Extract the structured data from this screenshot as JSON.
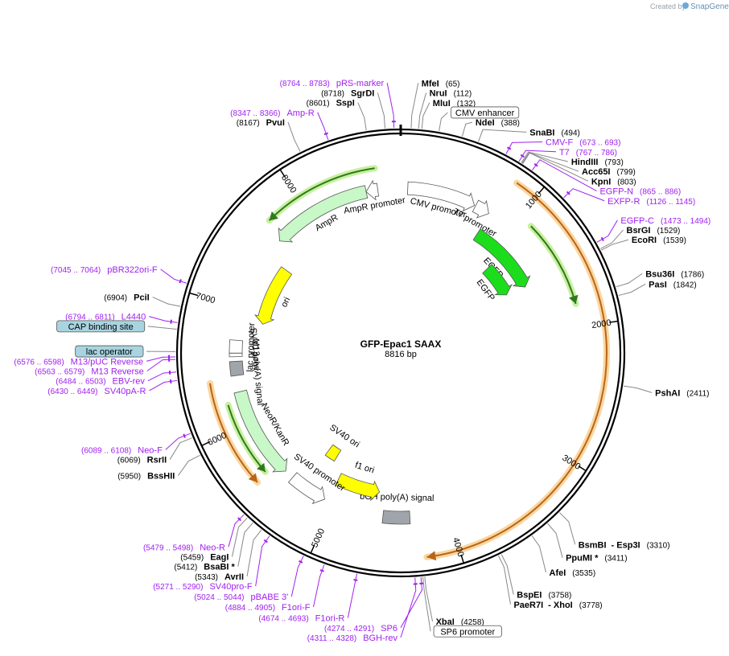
{
  "credit": {
    "created_by": "Created by",
    "brand": "SnapGene"
  },
  "plasmid": {
    "name": "GFP-Epac1 SAAX",
    "length_label": "8816 bp",
    "length": 8816
  },
  "ticks": [
    {
      "value": 1000,
      "label": "1000"
    },
    {
      "value": 2000,
      "label": "2000"
    },
    {
      "value": 3000,
      "label": "3000"
    },
    {
      "value": 4000,
      "label": "4000"
    },
    {
      "value": 5000,
      "label": "5000"
    },
    {
      "value": 6000,
      "label": "6000"
    },
    {
      "value": 7000,
      "label": "7000"
    },
    {
      "value": 8000,
      "label": "8000"
    }
  ],
  "enzymes": [
    {
      "name": "MfeI",
      "pos": "(65)",
      "site": 65,
      "side": "right"
    },
    {
      "name": "NruI",
      "pos": "(112)",
      "site": 112,
      "side": "right"
    },
    {
      "name": "MluI",
      "pos": "(132)",
      "site": 132,
      "side": "right"
    },
    {
      "name": "NdeI",
      "pos": "(388)",
      "site": 388,
      "side": "right"
    },
    {
      "name": "SnaBI",
      "pos": "(494)",
      "site": 494,
      "side": "right"
    },
    {
      "name": "HindIII",
      "pos": "(793)",
      "site": 793,
      "side": "right"
    },
    {
      "name": "Acc65I",
      "pos": "(799)",
      "site": 799,
      "side": "right"
    },
    {
      "name": "KpnI",
      "pos": "(803)",
      "site": 803,
      "side": "right"
    },
    {
      "name": "BsrGI",
      "pos": "(1529)",
      "site": 1529,
      "side": "right"
    },
    {
      "name": "EcoRI",
      "pos": "(1539)",
      "site": 1539,
      "side": "right"
    },
    {
      "name": "Bsu36I",
      "pos": "(1786)",
      "site": 1786,
      "side": "right"
    },
    {
      "name": "PasI",
      "pos": "(1842)",
      "site": 1842,
      "side": "right"
    },
    {
      "name": "PshAI",
      "pos": "(2411)",
      "site": 2411,
      "side": "right"
    },
    {
      "name": "BsmBI",
      "suffix": "- Esp3I",
      "pos": "(3310)",
      "site": 3310,
      "side": "right"
    },
    {
      "name": "PpuMI *",
      "pos": "(3411)",
      "site": 3411,
      "side": "right"
    },
    {
      "name": "AfeI",
      "pos": "(3535)",
      "site": 3535,
      "side": "right"
    },
    {
      "name": "BspEI",
      "pos": "(3758)",
      "site": 3758,
      "side": "right"
    },
    {
      "name": "PaeR7I",
      "suffix": "- XhoI",
      "pos": "(3778)",
      "site": 3778,
      "side": "right"
    },
    {
      "name": "XbaI",
      "pos": "(4258)",
      "site": 4258,
      "side": "right"
    },
    {
      "name": "AvrII",
      "pos": "(5343)",
      "site": 5343,
      "side": "left"
    },
    {
      "name": "BsaBI *",
      "pos": "(5412)",
      "site": 5412,
      "side": "left"
    },
    {
      "name": "EagI",
      "pos": "(5459)",
      "site": 5459,
      "side": "left"
    },
    {
      "name": "BssHII",
      "pos": "(5950)",
      "site": 5950,
      "side": "left"
    },
    {
      "name": "RsrII",
      "pos": "(6069)",
      "site": 6069,
      "side": "left"
    },
    {
      "name": "PciI",
      "pos": "(6904)",
      "site": 6904,
      "side": "left"
    },
    {
      "name": "PvuI",
      "pos": "(8167)",
      "site": 8167,
      "side": "left"
    },
    {
      "name": "SspI",
      "pos": "(8601)",
      "site": 8601,
      "side": "left"
    },
    {
      "name": "SgrDI",
      "pos": "(8718)",
      "site": 8718,
      "side": "left"
    }
  ],
  "primers": [
    {
      "name": "pRS-marker",
      "range": "(8764 .. 8783)",
      "site": 8774,
      "side": "left"
    },
    {
      "name": "Amp-R",
      "range": "(8347 .. 8366)",
      "site": 8356,
      "side": "left"
    },
    {
      "name": "CMV-F",
      "range": "(673 .. 693)",
      "site": 683,
      "side": "right"
    },
    {
      "name": "T7",
      "range": "(767 .. 786)",
      "site": 776,
      "side": "right"
    },
    {
      "name": "EGFP-N",
      "range": "(865 .. 886)",
      "site": 875,
      "side": "right"
    },
    {
      "name": "EXFP-R",
      "range": "(1126 .. 1145)",
      "site": 1135,
      "side": "right"
    },
    {
      "name": "EGFP-C",
      "range": "(1473 .. 1494)",
      "site": 1483,
      "side": "right"
    },
    {
      "name": "pBR322ori-F",
      "range": "(7045 .. 7064)",
      "site": 7054,
      "side": "left"
    },
    {
      "name": "L4440",
      "range": "(6794 .. 6811)",
      "site": 6802,
      "side": "left"
    },
    {
      "name": "M13/pUC Reverse",
      "range": "(6576 .. 6598)",
      "site": 6587,
      "side": "left"
    },
    {
      "name": "M13 Reverse",
      "range": "(6563 .. 6579)",
      "site": 6571,
      "side": "left"
    },
    {
      "name": "EBV-rev",
      "range": "(6484 .. 6503)",
      "site": 6493,
      "side": "left"
    },
    {
      "name": "SV40pA-R",
      "range": "(6430 .. 6449)",
      "site": 6439,
      "side": "left"
    },
    {
      "name": "Neo-F",
      "range": "(6089 .. 6108)",
      "site": 6098,
      "side": "left"
    },
    {
      "name": "Neo-R",
      "range": "(5479 .. 5498)",
      "site": 5488,
      "side": "left"
    },
    {
      "name": "SV40pro-F",
      "range": "(5271 .. 5290)",
      "site": 5280,
      "side": "left"
    },
    {
      "name": "pBABE 3'",
      "range": "(5024 .. 5044)",
      "site": 5034,
      "side": "left"
    },
    {
      "name": "F1ori-F",
      "range": "(4884 .. 4905)",
      "site": 4894,
      "side": "left"
    },
    {
      "name": "F1ori-R",
      "range": "(4674 .. 4693)",
      "site": 4683,
      "side": "left"
    },
    {
      "name": "BGH-rev",
      "range": "(4311 .. 4328)",
      "site": 4319,
      "side": "left"
    },
    {
      "name": "SP6",
      "range": "(4274 .. 4291)",
      "site": 4282,
      "side": "left"
    }
  ],
  "boxed_features": [
    {
      "name": "CMV enhancer",
      "style": "white",
      "site": 240
    },
    {
      "name": "CAP binding site",
      "style": "blue",
      "site": 6760
    },
    {
      "name": "lac operator",
      "style": "blue",
      "site": 6620
    },
    {
      "name": "SP6 promoter",
      "style": "white",
      "site": 4270
    }
  ],
  "features": [
    {
      "name": "CMV promoter",
      "start": 60,
      "end": 650,
      "color": "#ffffff",
      "strand": 1,
      "track": "inner"
    },
    {
      "name": "T7 promoter",
      "start": 660,
      "end": 790,
      "color": "#ffffff",
      "strand": 1,
      "track": "inner"
    },
    {
      "name": "EGFP",
      "start": 800,
      "end": 1520,
      "color": "#1cdd1c",
      "strand": 1,
      "track": "mid"
    },
    {
      "name": "EGFP",
      "start": 1120,
      "end": 1500,
      "color": "#1cdd1c",
      "strand": 1,
      "track": "inner2"
    },
    {
      "name": "bGH poly(A) signal",
      "start": 4330,
      "end": 4560,
      "color": "#a0a4ab",
      "strand": 0,
      "track": "inner"
    },
    {
      "name": "f1 ori",
      "start": 4620,
      "end": 5050,
      "color": "#ffff00",
      "strand": -1,
      "track": "mid"
    },
    {
      "name": "SV40 promoter",
      "start": 5080,
      "end": 5410,
      "color": "#ffffff",
      "strand": -1,
      "track": "inner"
    },
    {
      "name": "SV40 ori",
      "start": 5180,
      "end": 5300,
      "color": "#ffff00",
      "strand": 0,
      "track": "inner2"
    },
    {
      "name": "NeoR/KanR",
      "start": 5490,
      "end": 6280,
      "color": "#c8f7c8",
      "strand": -1,
      "track": "inner"
    },
    {
      "name": "SV40 poly(A) signal",
      "start": 6420,
      "end": 6540,
      "color": "#a0a4ab",
      "strand": 0,
      "track": "inner"
    },
    {
      "name": "lac promoter",
      "start": 6610,
      "end": 6720,
      "color": "#ffffff",
      "strand": 0,
      "track": "inner"
    },
    {
      "name": "M13 rev",
      "start": 6580,
      "end": 6610,
      "color": "#ffffff",
      "strand": 0,
      "track": "inner"
    },
    {
      "name": "ori",
      "start": 6900,
      "end": 7490,
      "color": "#ffff00",
      "strand": -1,
      "track": "mid"
    },
    {
      "name": "AmpR",
      "start": 7660,
      "end": 8520,
      "color": "#c8f7c8",
      "strand": -1,
      "track": "inner"
    },
    {
      "name": "AmpR promoter",
      "start": 8520,
      "end": 8620,
      "color": "#ffffff",
      "strand": -1,
      "track": "inner"
    }
  ],
  "orfs": [
    {
      "start": 840,
      "end": 4230,
      "strand": 1,
      "color": "#b8651a",
      "halo": "#fbd69f"
    },
    {
      "start": 1120,
      "end": 1820,
      "strand": 1,
      "color": "#2f7a1d",
      "halo": "#c8f0a0"
    },
    {
      "start": 5580,
      "end": 6390,
      "strand": -1,
      "color": "#b8651a",
      "halo": "#fbd69f"
    },
    {
      "start": 5600,
      "end": 6200,
      "strand": -1,
      "color": "#2f7a1d",
      "halo": "#c8f0a0"
    },
    {
      "start": 7720,
      "end": 8620,
      "strand": -1,
      "color": "#2f7a1d",
      "halo": "#c8f0a0"
    }
  ]
}
